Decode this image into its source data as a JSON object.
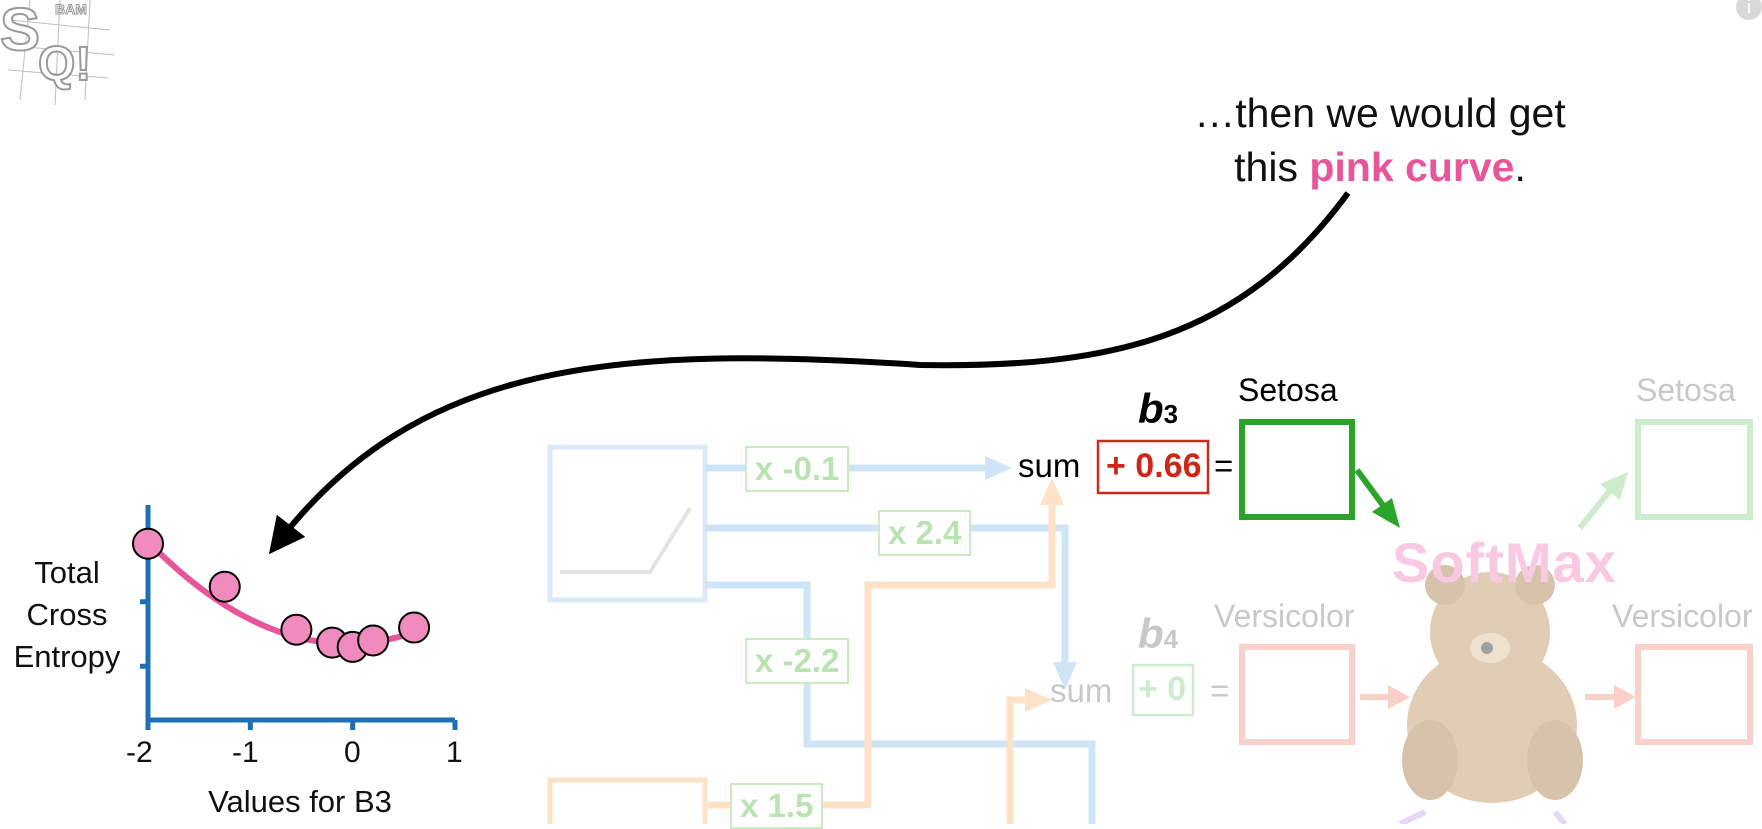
{
  "callout": {
    "line1": "…then we would get",
    "line2_prefix": "this ",
    "line2_highlight": "pink curve",
    "line2_suffix": "."
  },
  "chart_data": {
    "type": "scatter",
    "xlabel": "Values for B3",
    "ylabel": "Total Cross Entropy",
    "xlim": [
      -2,
      1
    ],
    "xticks": [
      "-2",
      "-1",
      "0",
      "1"
    ],
    "points": [
      {
        "x": -2.0,
        "y": 0.82
      },
      {
        "x": -1.25,
        "y": 0.62
      },
      {
        "x": -0.55,
        "y": 0.42
      },
      {
        "x": -0.2,
        "y": 0.36
      },
      {
        "x": 0.0,
        "y": 0.34
      },
      {
        "x": 0.2,
        "y": 0.37
      },
      {
        "x": 0.6,
        "y": 0.43
      }
    ],
    "curve_color": "#e8559a",
    "point_color": "#f08bbd",
    "axis_color": "#1f6fb4"
  },
  "diagram": {
    "b3_symbol": "b",
    "b3_sub": "3",
    "b4_symbol": "b",
    "b4_sub": "4",
    "sum1": "sum",
    "sum2": "sum",
    "bias1": "+ 0.66",
    "bias2": "+ 0",
    "equals1": "=",
    "equals2": "=",
    "setosa1": "Setosa",
    "setosa2": "Setosa",
    "versicolor1": "Versicolor",
    "versicolor2": "Versicolor",
    "softmax": "SoftMax",
    "weights": [
      "x -0.1",
      "x 2.4",
      "x -2.2",
      "x 1.5"
    ]
  }
}
